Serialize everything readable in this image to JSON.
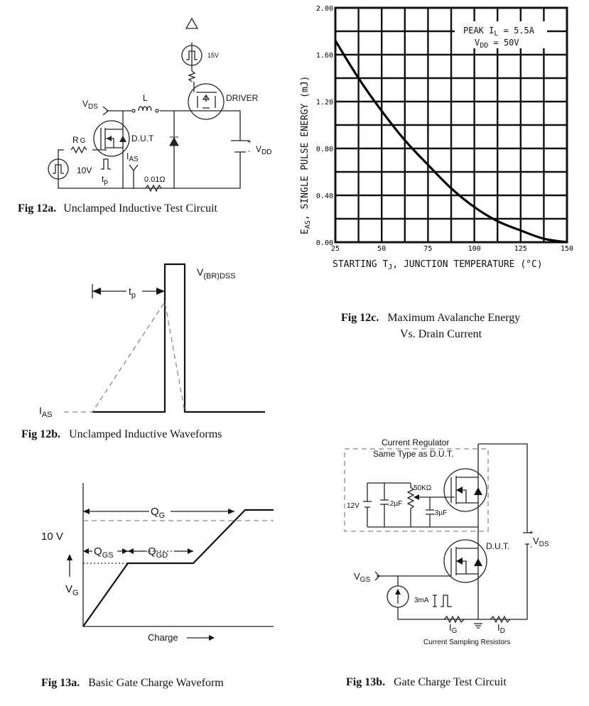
{
  "fig12a": {
    "caption_num": "Fig 12a.",
    "caption_text": "Unclamped Inductive Test Circuit",
    "labels": {
      "vds": "V",
      "vds_sub": "DS",
      "l": "L",
      "v15": "15V",
      "driver": "DRIVER",
      "dut": "D.U.T",
      "rg": "R",
      "rg_sub": "G",
      "v10": "10V",
      "tp": "t",
      "tp_sub": "p",
      "ias": "I",
      "ias_sub": "AS",
      "res": "0.01Ω",
      "vdd": "V",
      "vdd_sub": "DD",
      "plus": "+",
      "minus": "-"
    }
  },
  "fig12b": {
    "caption_num": "Fig 12b.",
    "caption_text": "Unclamped Inductive Waveforms",
    "labels": {
      "vbr": "V",
      "vbr_sub": "(BR)DSS",
      "tp": "t",
      "tp_sub": "p",
      "ias": "I",
      "ias_sub": "AS"
    }
  },
  "fig12c": {
    "caption_num": "Fig 12c.",
    "caption_line1": "Maximum Avalanche Energy",
    "caption_line2": "Vs. Drain Current"
  },
  "fig13a": {
    "caption_num": "Fig 13a.",
    "caption_text": "Basic Gate Charge Waveform",
    "labels": {
      "qg": "Q",
      "qg_sub": "G",
      "qgs": "Q",
      "qgs_sub": "GS",
      "qgd": "Q",
      "qgd_sub": "GD",
      "v10": "10 V",
      "vg": "V",
      "vg_sub": "G",
      "charge": "Charge"
    }
  },
  "fig13b": {
    "caption_num": "Fig 13b.",
    "caption_text": "Gate Charge Test Circuit",
    "labels": {
      "reg1": "Current Regulator",
      "reg2": "Same Type as D.U.T.",
      "v12": "12V",
      "c1": ".2µF",
      "pot": "50KΩ",
      "c2": ".3µF",
      "dut": "D.U.T.",
      "vds": "V",
      "vds_sub": "DS",
      "vgs": "V",
      "vgs_sub": "GS",
      "i3ma": "3mA",
      "ig": "I",
      "ig_sub": "G",
      "id": "I",
      "id_sub": "D",
      "sampling": "Current Sampling Resistors",
      "plus": "+",
      "minus": "-"
    }
  },
  "chart_data": {
    "type": "line",
    "title": "",
    "annotation_line1": "PEAK I",
    "annotation_line1_sub": "L",
    "annotation_line1_val": " = 5.5A",
    "annotation_line2": "V",
    "annotation_line2_sub": "DD",
    "annotation_line2_val": " = 50V",
    "xlabel": "STARTING T",
    "xlabel_sub": "J",
    "xlabel_rest": ", JUNCTION TEMPERATURE (°C)",
    "ylabel": "E",
    "ylabel_sub": "AS",
    "ylabel_rest": ", SINGLE PULSE ENERGY (mJ)",
    "xlim": [
      25,
      150
    ],
    "ylim": [
      0,
      2.0
    ],
    "xticks": [
      "25",
      "50",
      "75",
      "100",
      "125",
      "150"
    ],
    "yticks": [
      "0.00",
      "0.40",
      "0.80",
      "1.20",
      "1.60",
      "2.00"
    ],
    "grid": true,
    "series": [
      {
        "x": [
          25,
          37.5,
          50,
          62.5,
          75,
          87.5,
          100,
          112.5,
          125,
          137.5,
          150
        ],
        "y": [
          1.72,
          1.4,
          1.12,
          0.87,
          0.66,
          0.46,
          0.3,
          0.18,
          0.1,
          0.03,
          0.0
        ],
        "color": "#000000"
      }
    ]
  }
}
